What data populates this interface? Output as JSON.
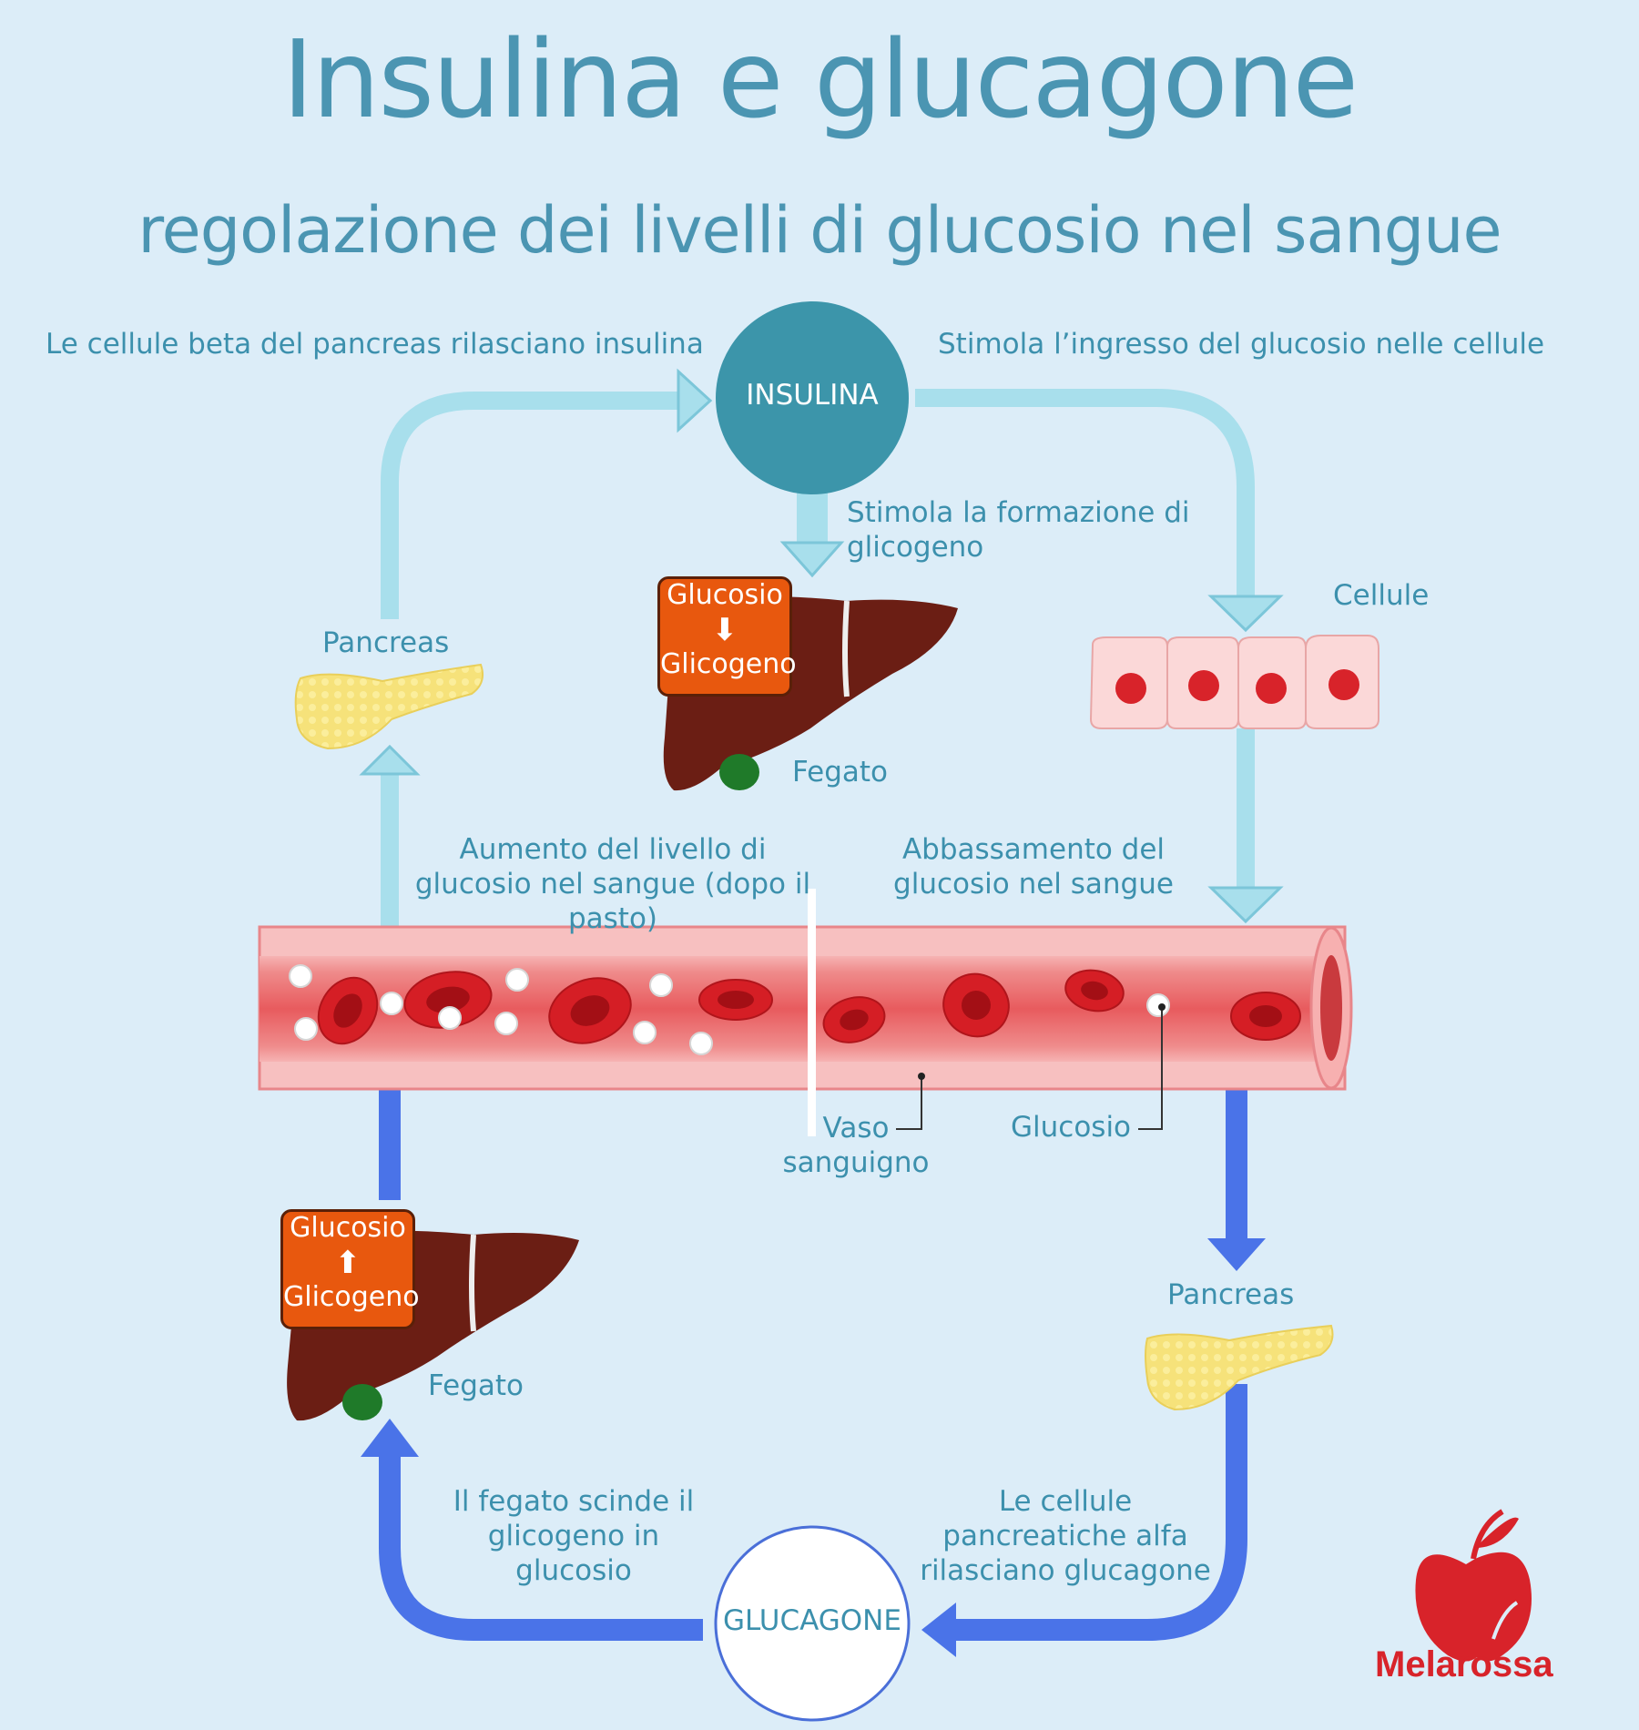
{
  "title": "Insulina e glucagone",
  "subtitle": "regolazione dei livelli di glucosio nel sangue",
  "labels": {
    "beta_cells": "Le cellule beta del pancreas rilasciano insulina",
    "stimulates_entry": "Stimola l’ingresso del glucosio nelle cellule",
    "insulin": "INSULINA",
    "stimulates_glycogen": "Stimola la formazione di glicogeno",
    "pancreas_top": "Pancreas",
    "cells": "Cellule",
    "liver_top": "Fegato",
    "rise": "Aumento del livello di glucosio nel sangue (dopo il pasto)",
    "drop": "Abbassamento del glucosio nel sangue",
    "vessel": "Vaso sanguigno",
    "glucose": "Glucosio",
    "pancreas_bottom": "Pancreas",
    "liver_bottom": "Fegato",
    "liver_breaks": "Il fegato scinde il glicogeno in glucosio",
    "alpha_cells": "Le cellule pancreatiche alfa rilasciano glucagone",
    "glucagon": "GLUCAGONE"
  },
  "boxes": {
    "top": {
      "line1": "Glucosio",
      "line2": "Glicogeno",
      "arrow": "down"
    },
    "bottom": {
      "line1": "Glucosio",
      "line2": "Glicogeno",
      "arrow": "up"
    }
  },
  "logo": {
    "text": "Melarossa"
  },
  "colors": {
    "background": "#dcedf8",
    "text": "#3c90ad",
    "insulin_circle": "#3c95aa",
    "light_arrow": "#a8dfec",
    "blue_arrow": "#4a73e8",
    "liver": "#6b1e14",
    "box": "#e8580e",
    "logo": "#d8232a"
  }
}
